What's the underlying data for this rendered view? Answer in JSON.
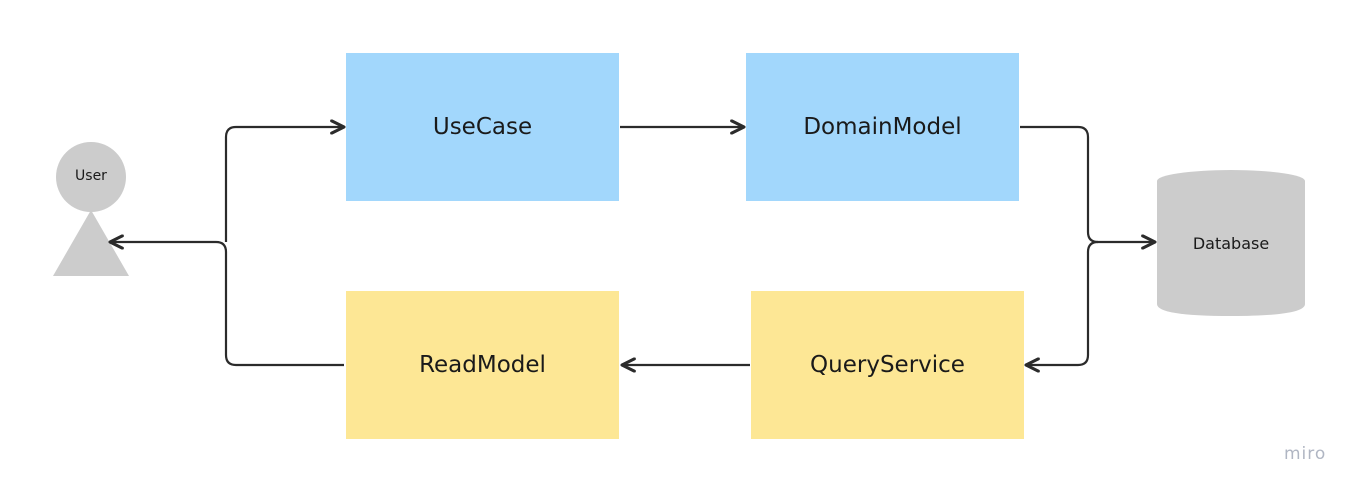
{
  "nodes": {
    "user": {
      "label": "User",
      "color": "#cccccc"
    },
    "usecase": {
      "label": "UseCase",
      "color": "#a2d7fc"
    },
    "domainmodel": {
      "label": "DomainModel",
      "color": "#a2d7fc"
    },
    "database": {
      "label": "Database",
      "color": "#cccccc"
    },
    "readmodel": {
      "label": "ReadModel",
      "color": "#fde795"
    },
    "queryservice": {
      "label": "QueryService",
      "color": "#fde795"
    }
  },
  "edges": [
    {
      "from": "user",
      "to": "usecase"
    },
    {
      "from": "usecase",
      "to": "domainmodel"
    },
    {
      "from": "domainmodel",
      "to": "database"
    },
    {
      "from": "database",
      "to": "queryservice"
    },
    {
      "from": "queryservice",
      "to": "readmodel"
    },
    {
      "from": "readmodel",
      "to": "user"
    }
  ],
  "watermark": "miro"
}
